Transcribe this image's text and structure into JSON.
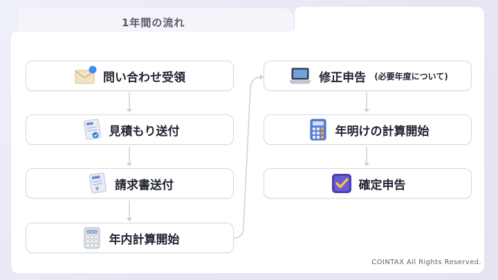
{
  "header": {
    "title": "1年間の流れ"
  },
  "left_steps": [
    {
      "label": "問い合わせ受領",
      "icon": "envelope-icon"
    },
    {
      "label": "見積もり送付",
      "icon": "estimate-document-icon"
    },
    {
      "label": "請求書送付",
      "icon": "invoice-document-icon"
    },
    {
      "label": "年内計算開始",
      "icon": "calculator-icon"
    }
  ],
  "right_steps": [
    {
      "label": "修正申告",
      "note": "(必要年度について)",
      "icon": "laptop-icon"
    },
    {
      "label": "年明けの計算開始",
      "icon": "calculator-blue-icon"
    },
    {
      "label": "確定申告",
      "icon": "checkbox-icon"
    }
  ],
  "footer": {
    "copyright": "COINTAX All Rights Reserved."
  },
  "colors": {
    "card": "#ffffff",
    "connector": "#c9ccd6",
    "text": "#1f2330",
    "accent": "#3a7bd5"
  }
}
